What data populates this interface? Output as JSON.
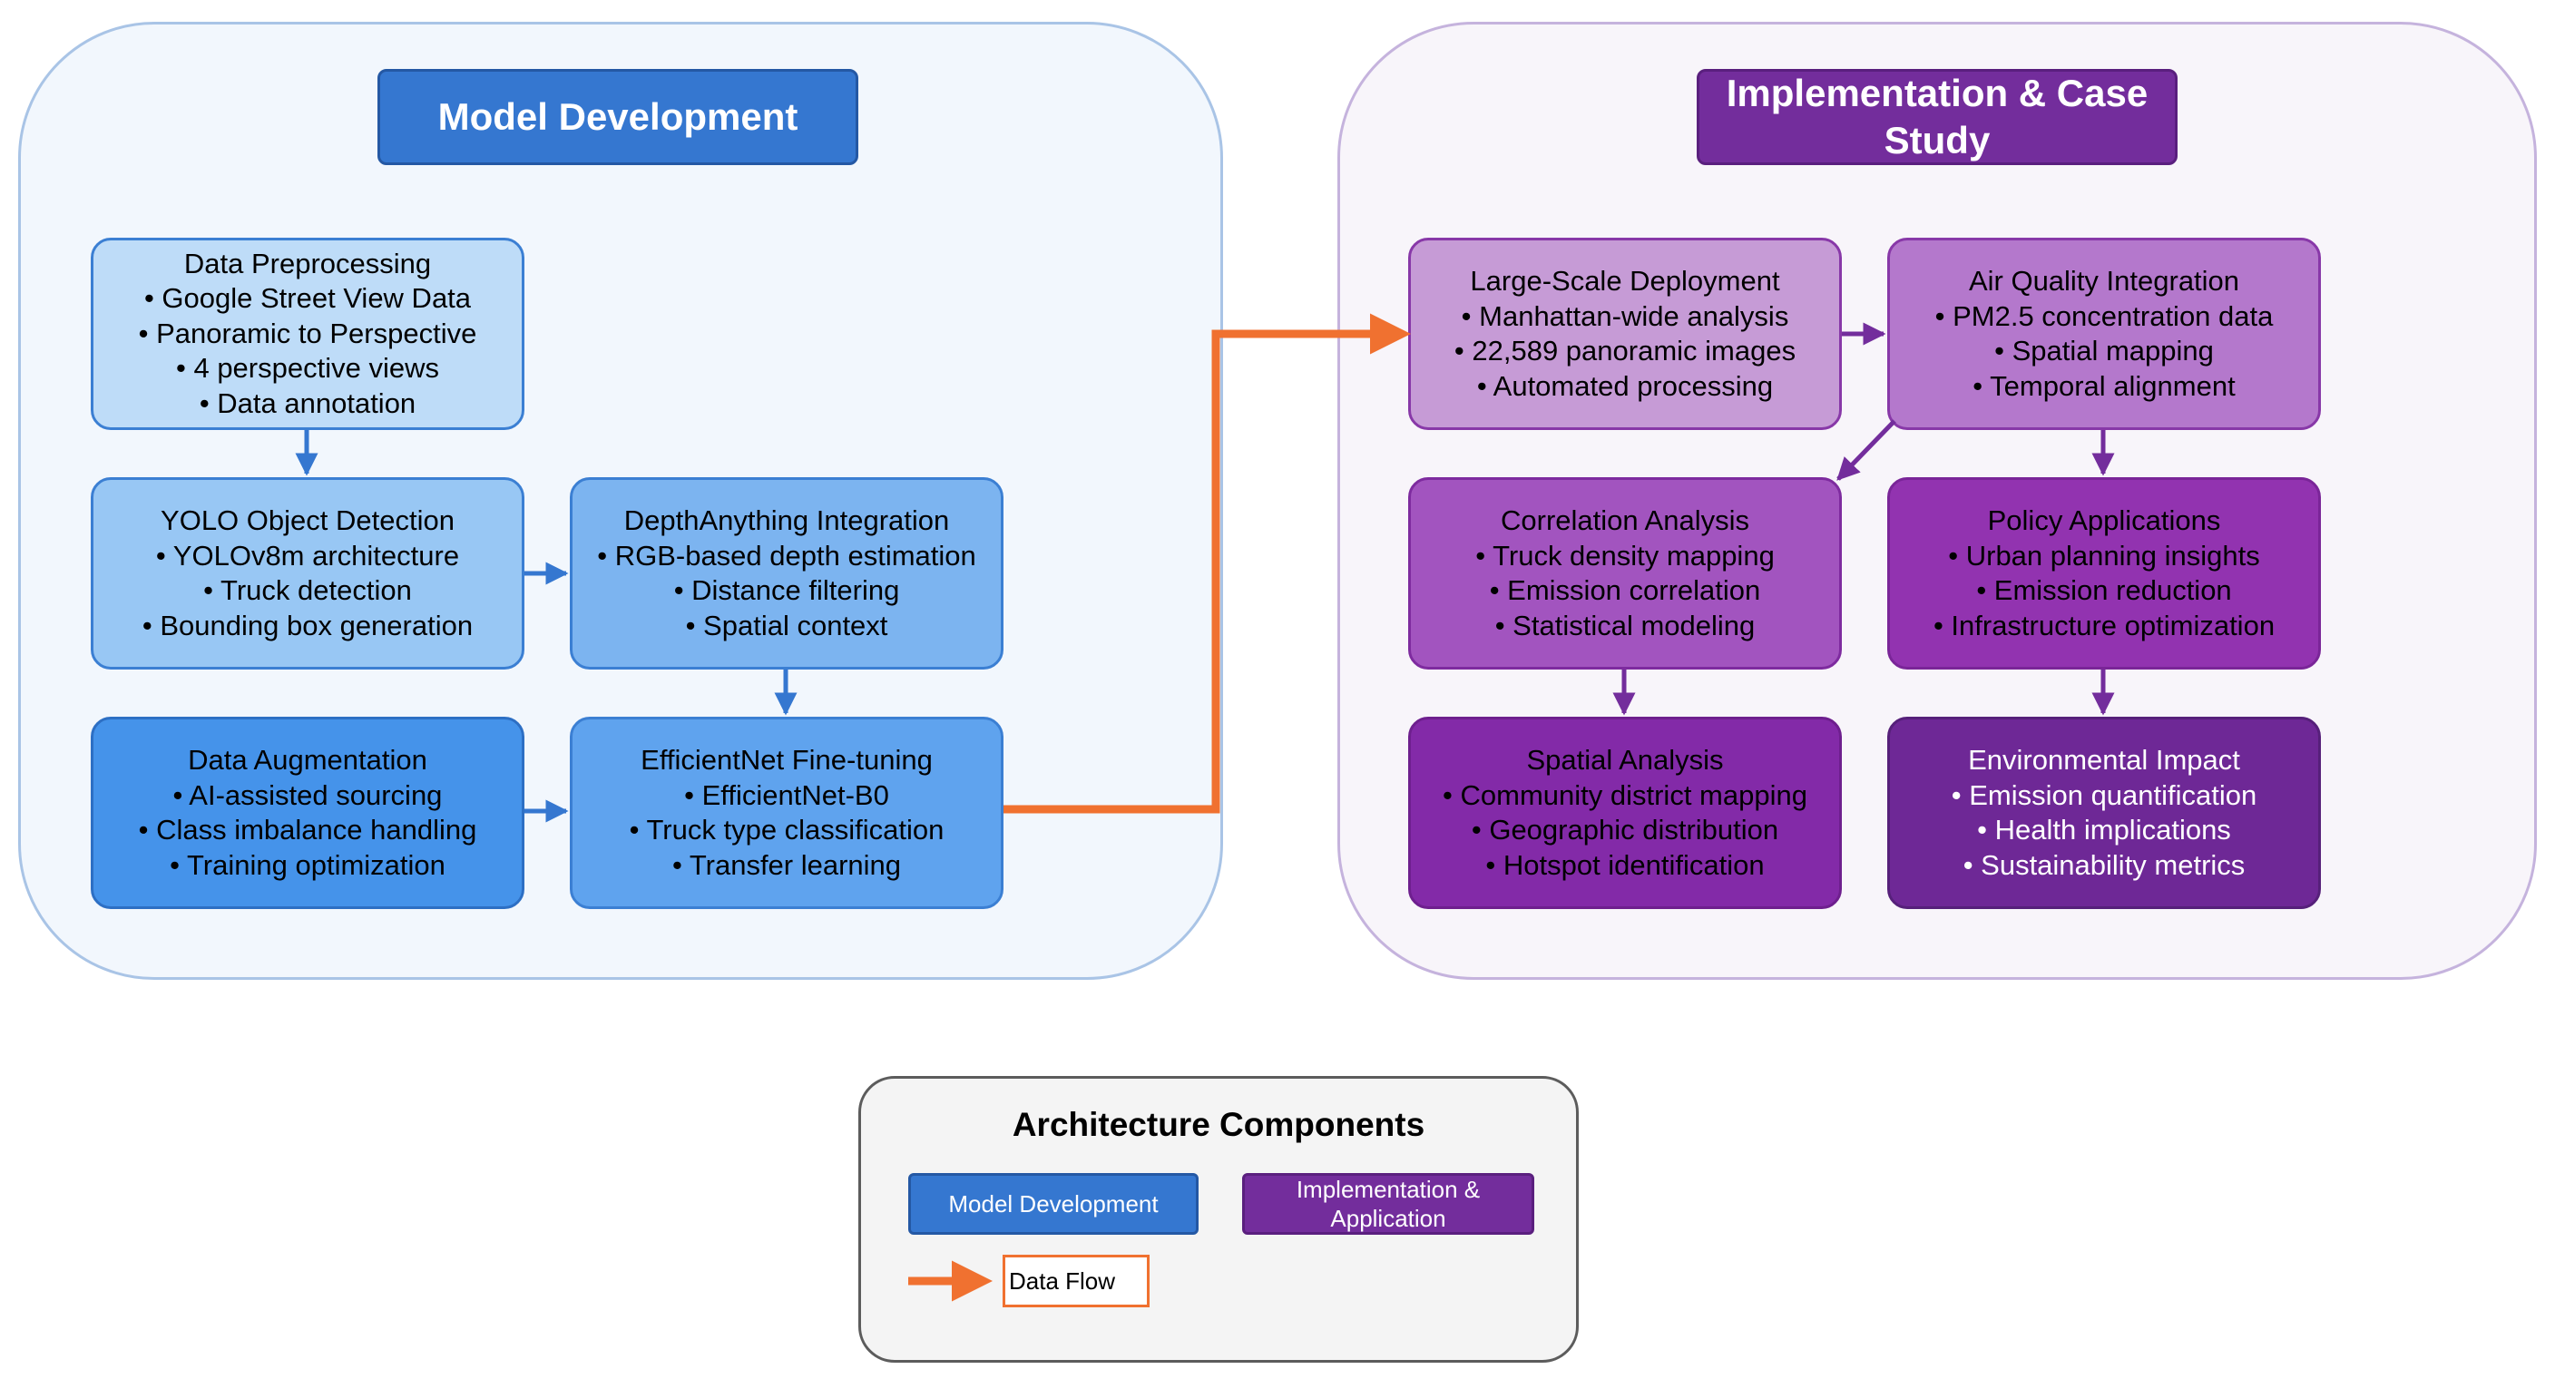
{
  "panels": {
    "left": {
      "title": "Model Development"
    },
    "right": {
      "title": "Implementation & Case Study"
    }
  },
  "boxes": {
    "data_preprocessing": {
      "title": "Data Preprocessing",
      "items": [
        "• Google Street View Data",
        "• Panoramic to Perspective",
        "• 4 perspective views",
        "• Data annotation"
      ]
    },
    "yolo_detection": {
      "title": "YOLO Object Detection",
      "items": [
        "• YOLOv8m architecture",
        "• Truck detection",
        "• Bounding box generation"
      ]
    },
    "depth_anything": {
      "title": "DepthAnything Integration",
      "items": [
        "• RGB-based depth estimation",
        "• Distance filtering",
        "• Spatial context"
      ]
    },
    "data_augmentation": {
      "title": "Data Augmentation",
      "items": [
        "• AI-assisted sourcing",
        "• Class imbalance handling",
        "• Training optimization"
      ]
    },
    "efficientnet": {
      "title": "EfficientNet Fine-tuning",
      "items": [
        "• EfficientNet-B0",
        "• Truck type classification",
        "• Transfer learning"
      ]
    },
    "large_scale": {
      "title": "Large-Scale Deployment",
      "items": [
        "• Manhattan-wide analysis",
        "• 22,589 panoramic images",
        "• Automated processing"
      ]
    },
    "air_quality": {
      "title": "Air Quality Integration",
      "items": [
        "• PM2.5 concentration data",
        "• Spatial mapping",
        "• Temporal alignment"
      ]
    },
    "correlation": {
      "title": "Correlation Analysis",
      "items": [
        "• Truck density mapping",
        "• Emission correlation",
        "• Statistical modeling"
      ]
    },
    "policy": {
      "title": "Policy Applications",
      "items": [
        "• Urban planning insights",
        "• Emission reduction",
        "• Infrastructure optimization"
      ]
    },
    "spatial": {
      "title": "Spatial Analysis",
      "items": [
        "• Community district mapping",
        "• Geographic distribution",
        "• Hotspot identification"
      ]
    },
    "environmental": {
      "title": "Environmental Impact",
      "items": [
        "• Emission quantification",
        "• Health implications",
        "• Sustainability metrics"
      ]
    }
  },
  "legend": {
    "title": "Architecture Components",
    "model_label": "Model Development",
    "impl_label": "Implementation & Application",
    "flow_label": "Data Flow"
  },
  "colors": {
    "blue_arrow": "#3577d0",
    "purple_arrow": "#732d9c",
    "data_flow": "#f07130"
  }
}
